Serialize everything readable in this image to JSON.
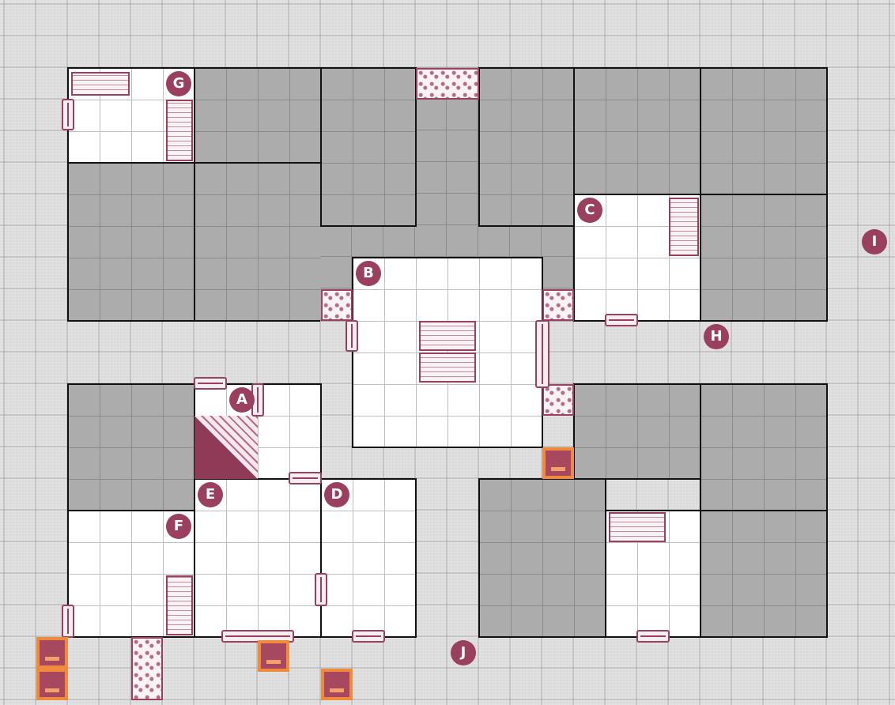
{
  "map": {
    "grid_cell": 40,
    "colors": {
      "floor": "#e3e3e3",
      "grid_fine": "#c4c4c4",
      "grid_major": "#9a9a9a",
      "room_floor": "#ffffff",
      "blocked": "#acacac",
      "wall": "#111111",
      "marker": "#9a3f5e",
      "spawn_border": "#f08a3c",
      "spawn_fill": "#a8485f"
    },
    "markers": [
      {
        "label": "G"
      },
      {
        "label": "C"
      },
      {
        "label": "I"
      },
      {
        "label": "B"
      },
      {
        "label": "H"
      },
      {
        "label": "A"
      },
      {
        "label": "E"
      },
      {
        "label": "D"
      },
      {
        "label": "F"
      },
      {
        "label": "J"
      }
    ],
    "tiles": {
      "spawn_icon": "spawn-zone-icon",
      "door_icon": "door-icon",
      "rubble_icon": "rubble-icon",
      "table_icon": "table-icon",
      "stairs_icon": "stairs-icon"
    }
  }
}
